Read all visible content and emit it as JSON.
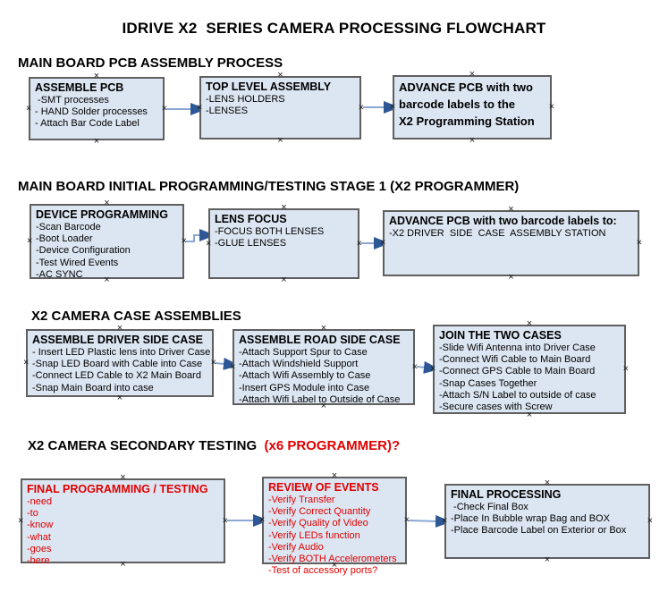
{
  "page_title": "IDRIVE X2  SERIES CAMERA PROCESSING FLOWCHART",
  "colors": {
    "box_fill": "#dce6f2",
    "box_border": "#5f5f5f",
    "red_text": "#e00000",
    "arrow_line": "#8aa6d2",
    "arrow_head": "#2d5795",
    "text": "#000000"
  },
  "icons": {
    "connection_point": "×"
  },
  "sections": [
    {
      "header": "MAIN BOARD PCB ASSEMBLY PROCESS",
      "header_red": "",
      "boxes": [
        {
          "title": "ASSEMBLE PCB",
          "items": [
            " -SMT processes",
            "- HAND Solder processes",
            "- Attach Bar Code Label"
          ]
        },
        {
          "title": "TOP LEVEL ASSEMBLY",
          "items": [
            "-LENS HOLDERS",
            "-LENSES"
          ]
        },
        {
          "title": "ADVANCE PCB with two\nbarcode labels to the\n X2 Programming Station",
          "items": []
        }
      ]
    },
    {
      "header": "MAIN BOARD INITIAL PROGRAMMING/TESTING STAGE 1 (X2 PROGRAMMER)",
      "header_red": "",
      "boxes": [
        {
          "title": "DEVICE PROGRAMMING",
          "items": [
            "-Scan Barcode",
            "-Boot Loader",
            "-Device Configuration",
            "-Test Wired Events",
            "-AC SYNC"
          ]
        },
        {
          "title": "LENS FOCUS",
          "items": [
            "-FOCUS BOTH LENSES",
            "-GLUE LENSES"
          ]
        },
        {
          "title": "ADVANCE PCB with two barcode labels to:",
          "items": [
            "-X2 DRIVER  SIDE  CASE  ASSEMBLY STATION"
          ]
        }
      ]
    },
    {
      "header": "X2 CAMERA CASE ASSEMBLIES",
      "header_red": "",
      "boxes": [
        {
          "title": "ASSEMBLE DRIVER SIDE CASE",
          "items": [
            "- Insert LED Plastic lens into Driver Case",
            "-Snap LED Board with Cable into Case",
            "-Connect LED Cable to X2 Main Board",
            "-Snap Main Board into case"
          ]
        },
        {
          "title": "ASSEMBLE ROAD SIDE CASE",
          "items": [
            "-Attach Support Spur to Case",
            "-Attach Windshield Support",
            "-Attach Wifi Assembly to Case",
            "-Insert GPS Module into Case",
            "-Attach Wifi Label to Outside of Case"
          ]
        },
        {
          "title": "JOIN THE TWO CASES",
          "items": [
            "-Slide Wifi Antenna into Driver Case",
            "-Connect Wifi Cable to Main Board",
            "-Connect GPS Cable to Main Board",
            "-Snap Cases Together",
            "-Attach S/N Label to outside of case",
            "-Secure cases with Screw"
          ]
        }
      ]
    },
    {
      "header": "X2 CAMERA SECONDARY TESTING",
      "header_red": "  (x6 PROGRAMMER)?",
      "boxes": [
        {
          "title": "FINAL PROGRAMMING / TESTING",
          "items": [
            "-need",
            "-to",
            "-know",
            "-what",
            "-goes",
            "-here"
          ]
        },
        {
          "title": "REVIEW OF EVENTS",
          "items": [
            "-Verify Transfer",
            "-Verify Correct Quantity",
            "-Verify Quality of Video",
            "-Verify LEDs function",
            "-Verify Audio",
            "-Verify BOTH Accelerometers",
            "-Test of accessory ports?"
          ]
        },
        {
          "title": "FINAL PROCESSING",
          "items": [
            " -Check Final Box",
            "-Place In Bubble wrap Bag and BOX",
            "-Place Barcode Label on Exterior or Box"
          ]
        }
      ]
    }
  ]
}
